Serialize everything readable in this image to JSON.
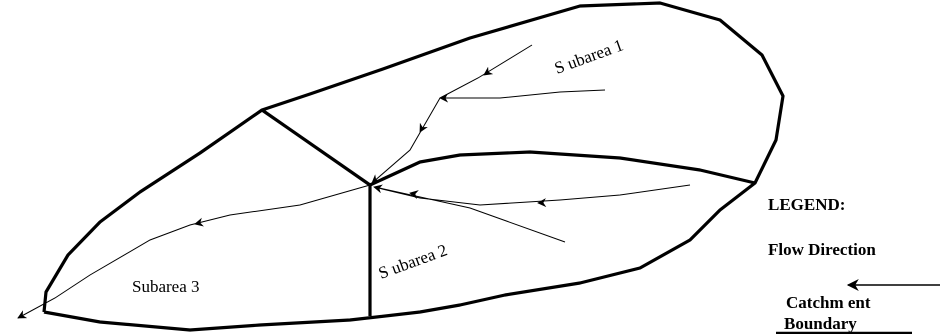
{
  "labels": {
    "subarea1": "S ubarea 1",
    "subarea2": "S ubarea 2",
    "subarea3": "Subarea 3"
  },
  "legend": {
    "title": "LEGEND:",
    "flow": "Flow Direction",
    "catch_line1": "Catchm ent",
    "catch_line2": "Boundary"
  },
  "colors": {
    "stroke": "#000000",
    "background": "#ffffff"
  }
}
